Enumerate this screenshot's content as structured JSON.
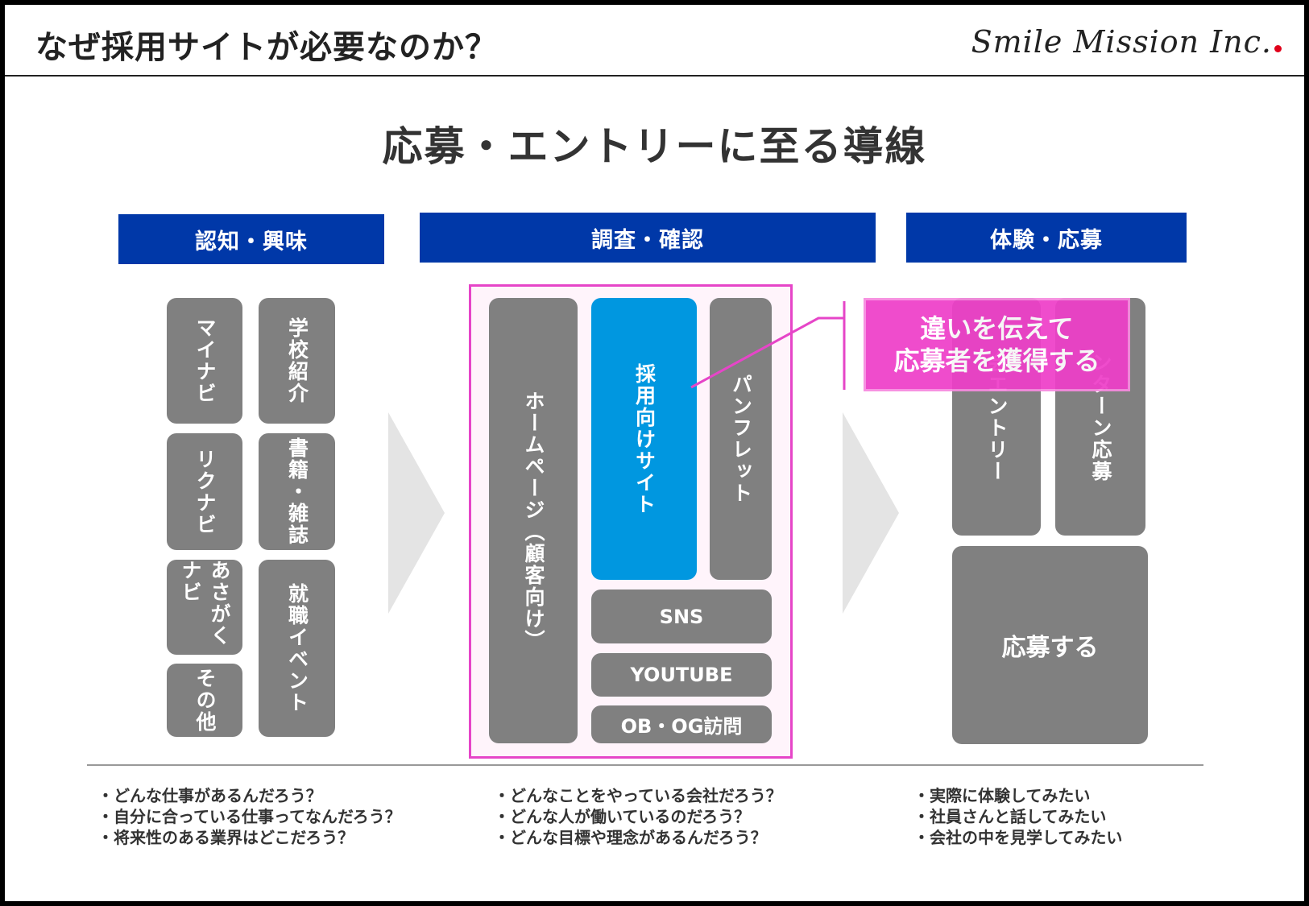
{
  "header": {
    "title": "なぜ採用サイトが必要なのか？",
    "logo_text": "Smile Mission Inc."
  },
  "subtitle": "応募・エントリーに至る導線",
  "columns": {
    "awareness": {
      "heading": "認知・興味",
      "items": [
        "マイナビ",
        "学校紹介",
        "リクナビ",
        "書籍・雑誌",
        "あさがくナビ",
        "就職イベント",
        "その他"
      ]
    },
    "research": {
      "heading": "調査・確認",
      "items": [
        "ホームページ（顧客向け）",
        "採用向けサイト",
        "パンフレット",
        "SNS",
        "YOUTUBE",
        "OB・OG訪問"
      ]
    },
    "experience": {
      "heading": "体験・応募",
      "items": [
        "会エントリー",
        "ンターン応募",
        "応募する"
      ]
    }
  },
  "callout": {
    "line1": "違いを伝えて",
    "line2": "応募者を獲得する"
  },
  "notes": {
    "awareness": [
      "どんな仕事があるんだろう？",
      "自分に合っている仕事ってなんだろう？",
      "将来性のある業界はどこだろう？"
    ],
    "research": [
      "どんなことをやっている会社だろう？",
      "どんな人が働いているのだろう？",
      "どんな目標や理念があるんだろう？"
    ],
    "experience": [
      "実際に体験してみたい",
      "社員さんと話してみたい",
      "会社の中を見学してみたい"
    ]
  },
  "colors": {
    "heading_bg": "#0038a8",
    "box_gray": "#808080",
    "highlight_blue": "#0097e0",
    "callout_pink": "#ee3fc9",
    "frame_pink": "#e645c8"
  }
}
